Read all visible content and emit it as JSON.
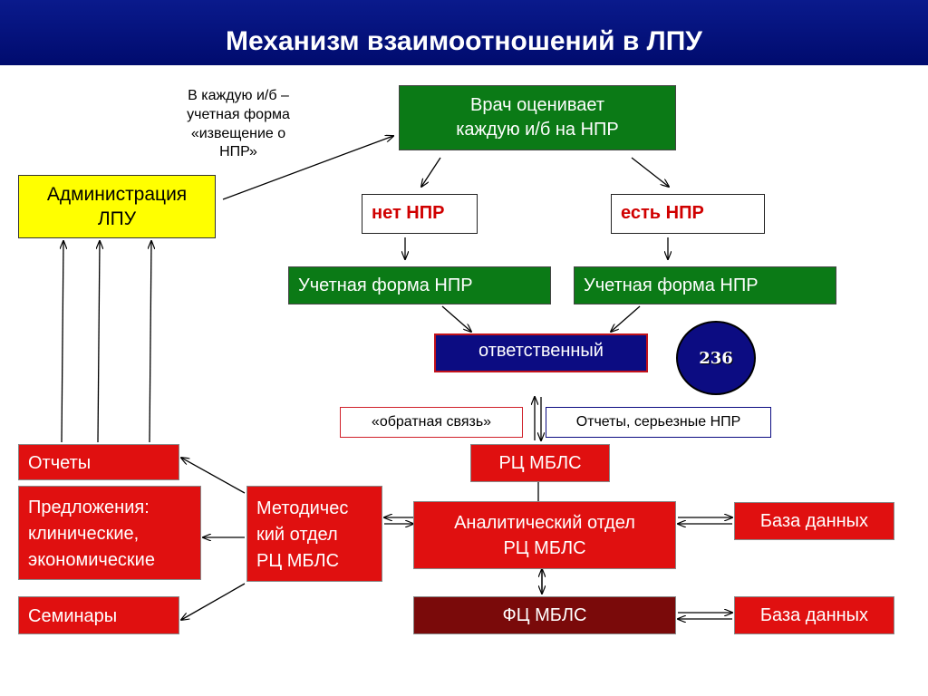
{
  "header": {
    "title": "Механизм взаимоотношений в ЛПУ"
  },
  "note_top": {
    "l1": "В каждую и/б –",
    "l2": "учетная форма",
    "l3": "«извещение о",
    "l4": "НПР»"
  },
  "admin": {
    "l1": "Администрация",
    "l2": "ЛПУ"
  },
  "doctor": {
    "l1": "Врач оценивает",
    "l2": "каждую и/б на НПР"
  },
  "no_adr": "нет НПР",
  "yes_adr": "есть НПР",
  "form_left": "Учетная форма НПР",
  "form_right": "Учетная форма НПР",
  "responsible": "ответственный",
  "badge": "236",
  "feedback": "«обратная связь»",
  "reports_serious": "Отчеты, серьезные НПР",
  "rc": "РЦ МБЛС",
  "reports": "Отчеты",
  "proposals": {
    "l1": "Предложения:",
    "l2": "клинические,",
    "l3": "экономические"
  },
  "seminars": "Семинары",
  "methodical": {
    "l1": "Методичес",
    "l2": "кий отдел",
    "l3": "РЦ МБЛС"
  },
  "analytic": {
    "l1": "Аналитический отдел",
    "l2": "РЦ МБЛС"
  },
  "database1": "База данных",
  "fc": "ФЦ МБЛС",
  "database2": "База данных",
  "colors": {
    "header": "#0a1a8c",
    "green": "#0b7a16",
    "red": "#e01010",
    "darkred": "#7a0a0a",
    "yellow": "#ffff00",
    "navy": "#0c0c82"
  }
}
